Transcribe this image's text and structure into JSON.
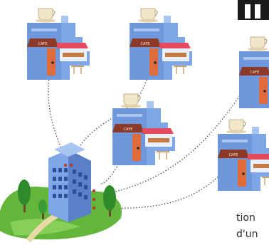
{
  "illustration": {
    "cafe_sign": "CAFE",
    "colors": {
      "building_blue": "#7fa6e6",
      "building_shade": "#5b7fc9",
      "awning": "#8b3a28",
      "door": "#e06a3a",
      "grass": "#63b63a",
      "tree": "#2f8a2c",
      "cup": "#f2e6c9",
      "dotted_path": "#555555"
    },
    "icons": [
      "office-building-icon",
      "cafe-building-icon",
      "coffee-cup-icon",
      "tree-icon"
    ]
  },
  "text_fragments": {
    "line1": "tion",
    "line2": "d'un"
  }
}
